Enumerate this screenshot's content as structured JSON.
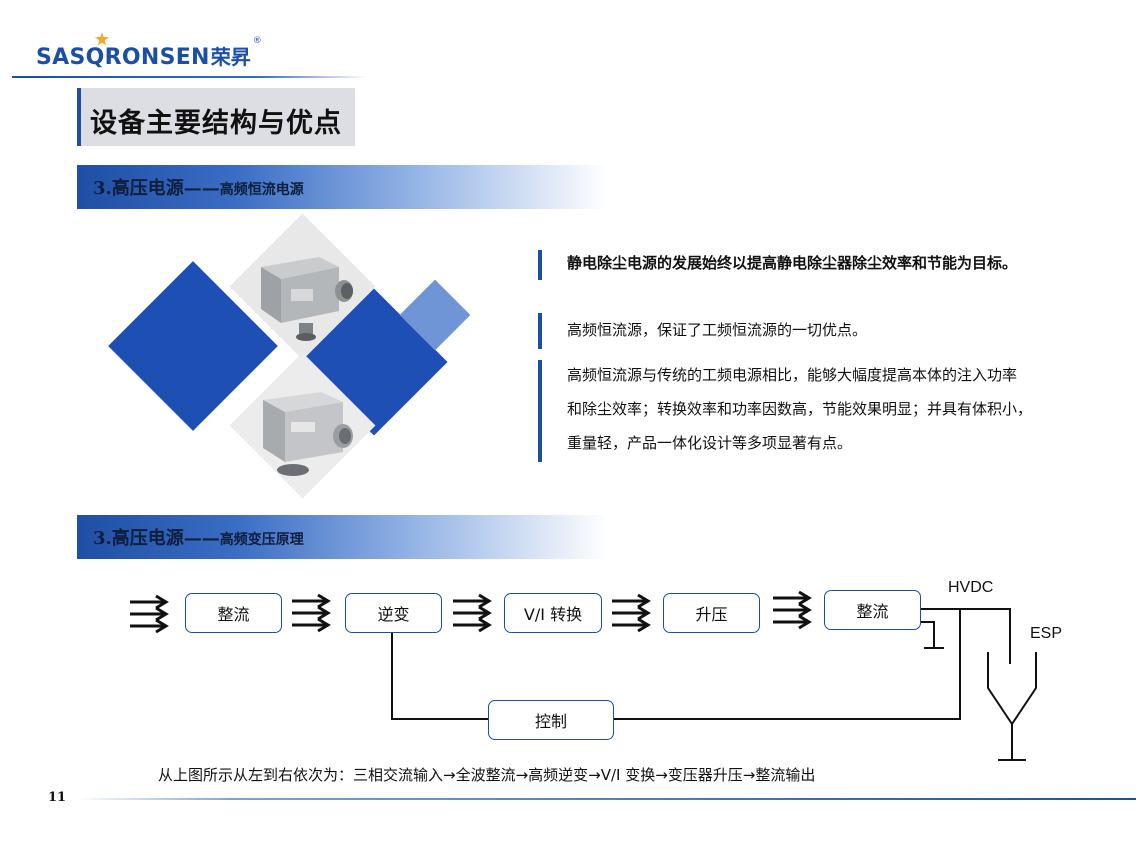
{
  "brand": {
    "name": "SASQRONSEN",
    "cn_name": "荣昇",
    "registered": "®",
    "color": "#1b4fa6"
  },
  "title": "设备主要结构与优点",
  "sections": [
    {
      "num": "3.",
      "main": "高压电源",
      "dash": "——",
      "sub": "高频恒流电源"
    },
    {
      "num": "3.",
      "main": "高压电源",
      "dash": "——",
      "sub": "高频变压原理"
    }
  ],
  "bullets": {
    "b1": "静电除尘电源的发展始终以提高静电除尘器除尘效率和节能为目标。",
    "b2": "高频恒流源，保证了工频恒流源的一切优点。",
    "b3": [
      "高频恒流源与传统的工频电源相比，能够大幅度提高本体的注入功率",
      "和除尘效率；转换效率和功率因数高，节能效果明显；并具有体积小，",
      "重量轻，产品一体化设计等多项显著有点。"
    ]
  },
  "diagram": {
    "boxes": [
      "整流",
      "逆变",
      "V/I 转换",
      "升压",
      "整流",
      "控制"
    ],
    "hvdc_label": "HVDC",
    "esp_label": "ESP"
  },
  "caption": "从上图所示从左到右依次为：三相交流输入→全波整流→高频逆变→V/I 变换→变压器升压→整流输出",
  "page_number": "11",
  "colors": {
    "primary_blue": "#1b4fa6",
    "diamond_blue": "#1e4fb4",
    "light_blue": "#6f95d6"
  }
}
